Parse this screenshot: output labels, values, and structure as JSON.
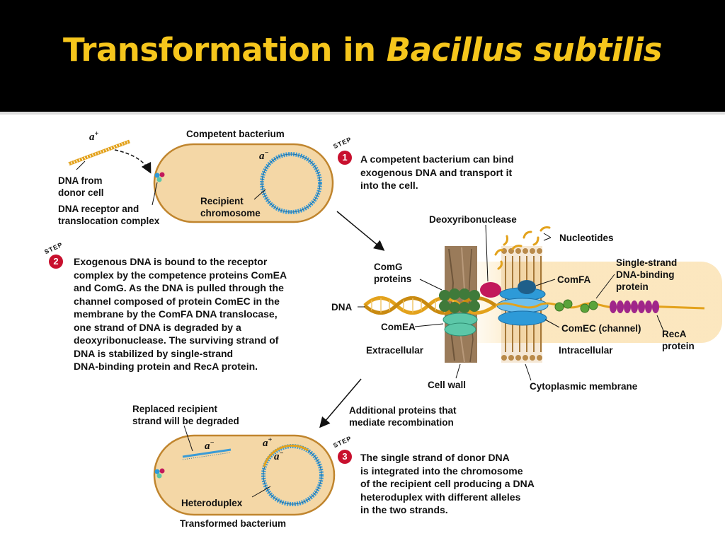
{
  "slide": {
    "title_prefix": "Transformation in ",
    "title_italic": "Bacillus subtilis"
  },
  "step_word": "STEP",
  "top_cell": {
    "label": "Competent bacterium",
    "allele_donor_base": "a",
    "allele_donor_sup": "+",
    "allele_recipient_base": "a",
    "allele_recipient_sup": "−",
    "dna_from_donor": [
      "DNA from",
      "donor cell"
    ],
    "receptor_complex": [
      "DNA receptor and",
      "translocation complex"
    ],
    "recipient_chromosome": [
      "Recipient",
      "chromosome"
    ]
  },
  "steps": [
    {
      "number": "1",
      "lines": [
        "A competent bacterium can bind",
        "exogenous DNA and transport it",
        "into the cell."
      ]
    },
    {
      "number": "2",
      "lines": [
        "Exogenous DNA is bound to the receptor",
        "complex by the competence proteins ComEA",
        "and ComG. As the DNA is pulled through the",
        "channel composed of protein ComEC in the",
        "membrane by the ComFA DNA translocase,",
        "one strand of DNA is degraded by a",
        "deoxyribonuclease. The surviving strand of",
        "DNA is stabilized by single-strand",
        "DNA-binding protein and RecA protein."
      ]
    },
    {
      "number": "3",
      "lines": [
        "The single strand of donor DNA",
        "is integrated into the chromosome",
        "of the recipient cell producing a DNA",
        "heteroduplex with different alleles",
        "in the two strands."
      ]
    }
  ],
  "membrane_detail": {
    "deoxyribonuclease": "Deoxyribonuclease",
    "nucleotides": "Nucleotides",
    "comg": [
      "ComG",
      "proteins"
    ],
    "comfa": "ComFA",
    "ssb": [
      "Single-strand",
      "DNA-binding",
      "protein"
    ],
    "dna": "DNA",
    "comea": "ComEA",
    "comec": "ComEC (channel)",
    "reca": [
      "RecA",
      "protein"
    ],
    "extracellular": "Extracellular",
    "intracellular": "Intracellular",
    "cell_wall": "Cell wall",
    "cytoplasmic_membrane": "Cytoplasmic membrane"
  },
  "bottom_cell": {
    "replaced_strand": [
      "Replaced recipient",
      "strand will be degraded"
    ],
    "additional_proteins": [
      "Additional proteins that",
      "mediate recombination"
    ],
    "allele_minus_base": "a",
    "allele_minus_sup": "−",
    "allele_plus_base": "a",
    "allele_plus_sup": "+",
    "allele_minus2_base": "a",
    "allele_minus2_sup": "−",
    "heteroduplex": "Heteroduplex",
    "label": "Transformed bacterium"
  },
  "colors": {
    "cell_fill": "#f4d7a6",
    "cell_stroke": "#c0852e",
    "chromosome": "#3a9bd6",
    "step_circle": "#c8102e",
    "title": "#f6c61c",
    "dna_gold": "#e3a21c",
    "comea_teal": "#5cc7a8",
    "comg_green": "#3f7a3a",
    "comec_blue": "#2d9ad8",
    "comfa_navy": "#1f5f8a",
    "dnase_magenta": "#c2185b",
    "reca_purple": "#a0268a",
    "cell_wall_brown": "#9a7b5a"
  }
}
